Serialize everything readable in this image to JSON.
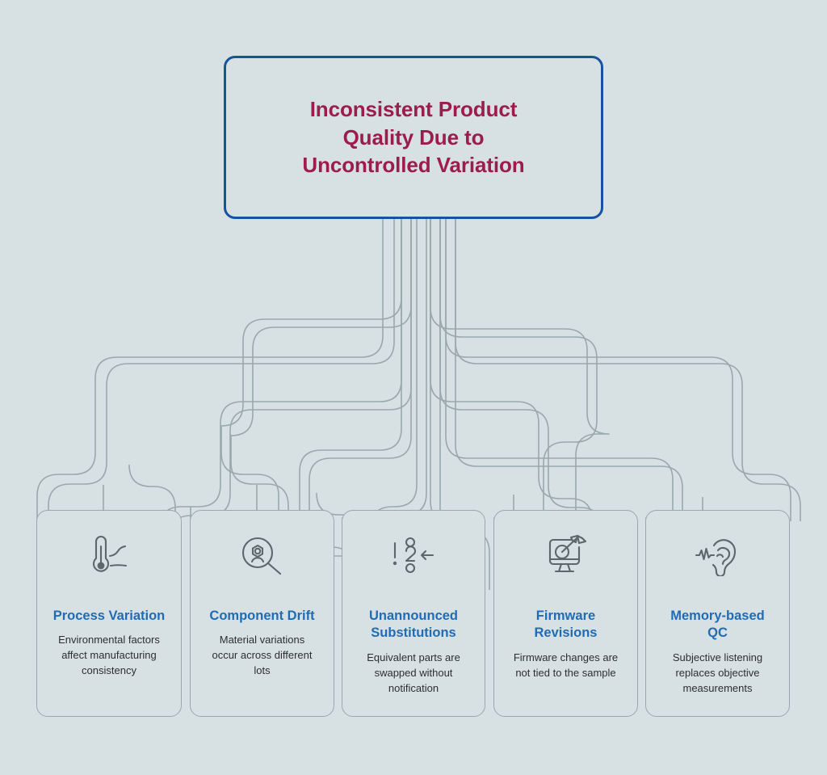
{
  "diagram": {
    "background_color": "#d7e1e4",
    "connector_color": "#9aa8ab",
    "root": {
      "title": "Inconsistent Product\nQuality Due to\nUncontrolled Variation",
      "border_color": "#17529e",
      "text_color": "#9c1c4d"
    },
    "nodes": [
      {
        "icon": "thermometer-icon",
        "title": "Process Variation",
        "description": "Environmental factors\naffect manufacturing\nconsistency",
        "title_color": "#1f6cb4"
      },
      {
        "icon": "magnifier-component-icon",
        "title": "Component Drift",
        "description": "Material variations\noccur across different\nlots",
        "title_color": "#1f6cb4"
      },
      {
        "icon": "swap-alert-icon",
        "title": "Unannounced\nSubstitutions",
        "description": "Equivalent parts are\nswapped without\nnotification",
        "title_color": "#1f6cb4"
      },
      {
        "icon": "monitor-target-icon",
        "title": "Firmware\nRevisions",
        "description": "Firmware changes are\nnot tied to the sample",
        "title_color": "#1f6cb4"
      },
      {
        "icon": "ear-waveform-icon",
        "title": "Memory-based\nQC",
        "description": "Subjective listening\nreplaces objective\nmeasurements",
        "title_color": "#1f6cb4"
      }
    ]
  }
}
